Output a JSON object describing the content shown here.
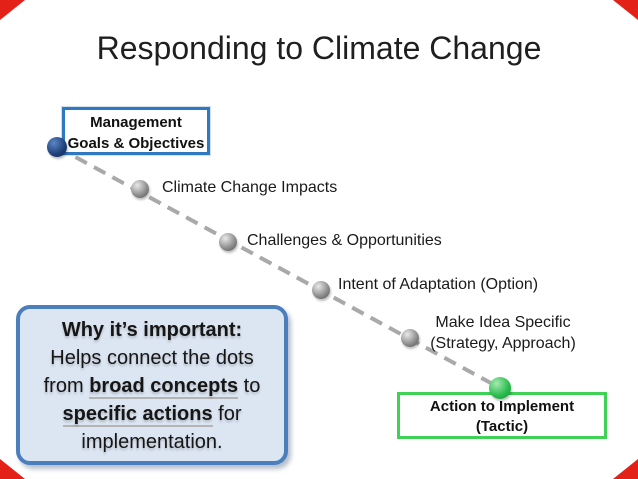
{
  "slide": {
    "title": "Responding to Climate Change",
    "start_box": {
      "lines": [
        "Management",
        "Goals & Objectives"
      ]
    },
    "steps": [
      {
        "lines": [
          "Climate Change Impacts"
        ]
      },
      {
        "lines": [
          "Challenges & Opportunities"
        ]
      },
      {
        "lines": [
          "Intent of Adaptation (Option)"
        ]
      },
      {
        "lines": [
          "Make Idea Specific",
          "(Strategy, Approach)"
        ]
      }
    ],
    "end_box": {
      "lines": [
        "Action to Implement",
        "(Tactic)"
      ]
    },
    "callout": {
      "heading": "Why it’s important:",
      "line2": "Helps connect the dots",
      "line3": {
        "pre": "from ",
        "bold": "broad concepts",
        "post": " to"
      },
      "line4": {
        "bold": "specific actions",
        "post": " for"
      },
      "line5": "implementation."
    },
    "colors": {
      "corner_red": "#e32119",
      "start_border_blue": "#2e79c0",
      "start_node_blue": "#1d3f77",
      "step_node_gray": "#909090",
      "connector_gray": "#a9a9a9",
      "end_border_green": "#3fd257",
      "end_node_green": "#2fbf52",
      "callout_bg": "#dce6f3",
      "callout_border": "#4a7ebc"
    }
  }
}
